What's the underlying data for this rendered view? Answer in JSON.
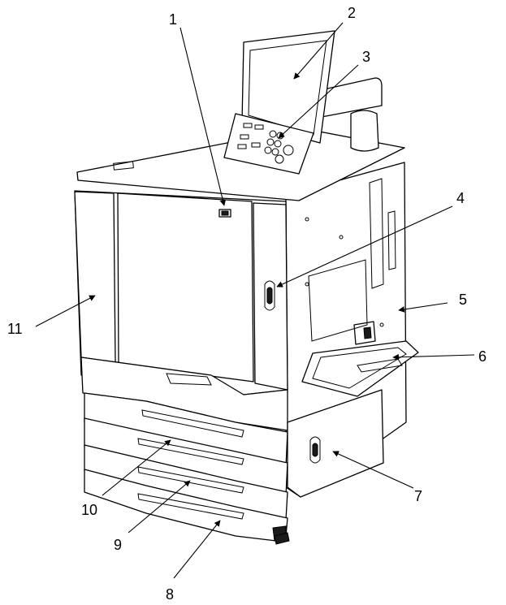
{
  "figure": {
    "type": "device-parts-diagram",
    "callouts": [
      "1",
      "2",
      "3",
      "4",
      "5",
      "6",
      "7",
      "8",
      "9",
      "10",
      "11"
    ]
  }
}
